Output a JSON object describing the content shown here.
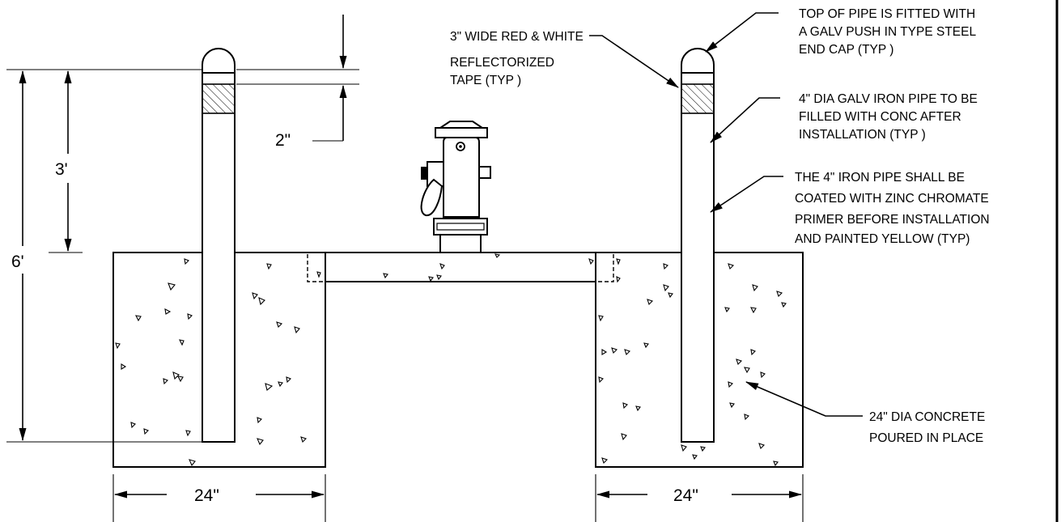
{
  "notes": {
    "end_cap": [
      "TOP OF PIPE IS FITTED WITH",
      "A GALV  PUSH IN TYPE STEEL",
      "END CAP (TYP )"
    ],
    "tape": [
      "3\" WIDE RED & WHITE",
      "REFLECTORIZED",
      "TAPE (TYP )"
    ],
    "pipe": [
      "4\" DIA  GALV  IRON PIPE TO BE",
      "FILLED WITH CONC  AFTER",
      "INSTALLATION (TYP )"
    ],
    "coating": [
      "THE 4\" IRON PIPE SHALL BE",
      "COATED WITH ZINC CHROMATE",
      "PRIMER BEFORE INSTALLATION",
      "AND PAINTED YELLOW (TYP)"
    ],
    "concrete": [
      "24\" DIA  CONCRETE",
      "POURED IN PLACE"
    ]
  },
  "dimensions": {
    "tape_offset": "2\"",
    "above_grade": "3'",
    "total_length": "6'",
    "left_footing_width": "24\"",
    "right_footing_width": "24\""
  }
}
